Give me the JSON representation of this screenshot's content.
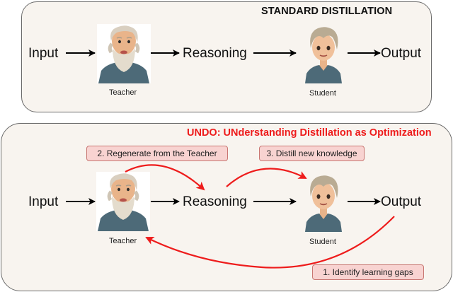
{
  "standard": {
    "title": "STANDARD DISTILLATION",
    "nodes": {
      "input": "Input",
      "reasoning": "Reasoning",
      "output": "Output"
    },
    "teacher_caption": "Teacher",
    "student_caption": "Student",
    "flow": [
      "Input",
      "Teacher",
      "Reasoning",
      "Student",
      "Output"
    ]
  },
  "undo": {
    "title": "UNDO: UNderstanding Distillation as Optimization",
    "title_color": "#ee1c1c",
    "nodes": {
      "input": "Input",
      "reasoning": "Reasoning",
      "output": "Output"
    },
    "teacher_caption": "Teacher",
    "student_caption": "Student",
    "steps": [
      {
        "label": "1. Identify learning gaps",
        "from": "Output",
        "to": "Teacher"
      },
      {
        "label": "2. Regenerate from the Teacher",
        "from": "Teacher",
        "to": "Reasoning"
      },
      {
        "label": "3. Distill new knowledge",
        "from": "Reasoning",
        "to": "Student"
      }
    ],
    "flow": [
      "Input",
      "Teacher",
      "Reasoning",
      "Student",
      "Output"
    ]
  },
  "colors": {
    "panel_bg": "#f8f4ef",
    "panel_border": "#6a6a6a",
    "step_box_bg": "#f8d3d1",
    "step_box_border": "#c87672",
    "feedback_arrow": "#ee1c1c",
    "flow_arrow": "#000000"
  },
  "icons": {
    "teacher": "teacher-avatar-icon",
    "student": "student-avatar-icon"
  }
}
